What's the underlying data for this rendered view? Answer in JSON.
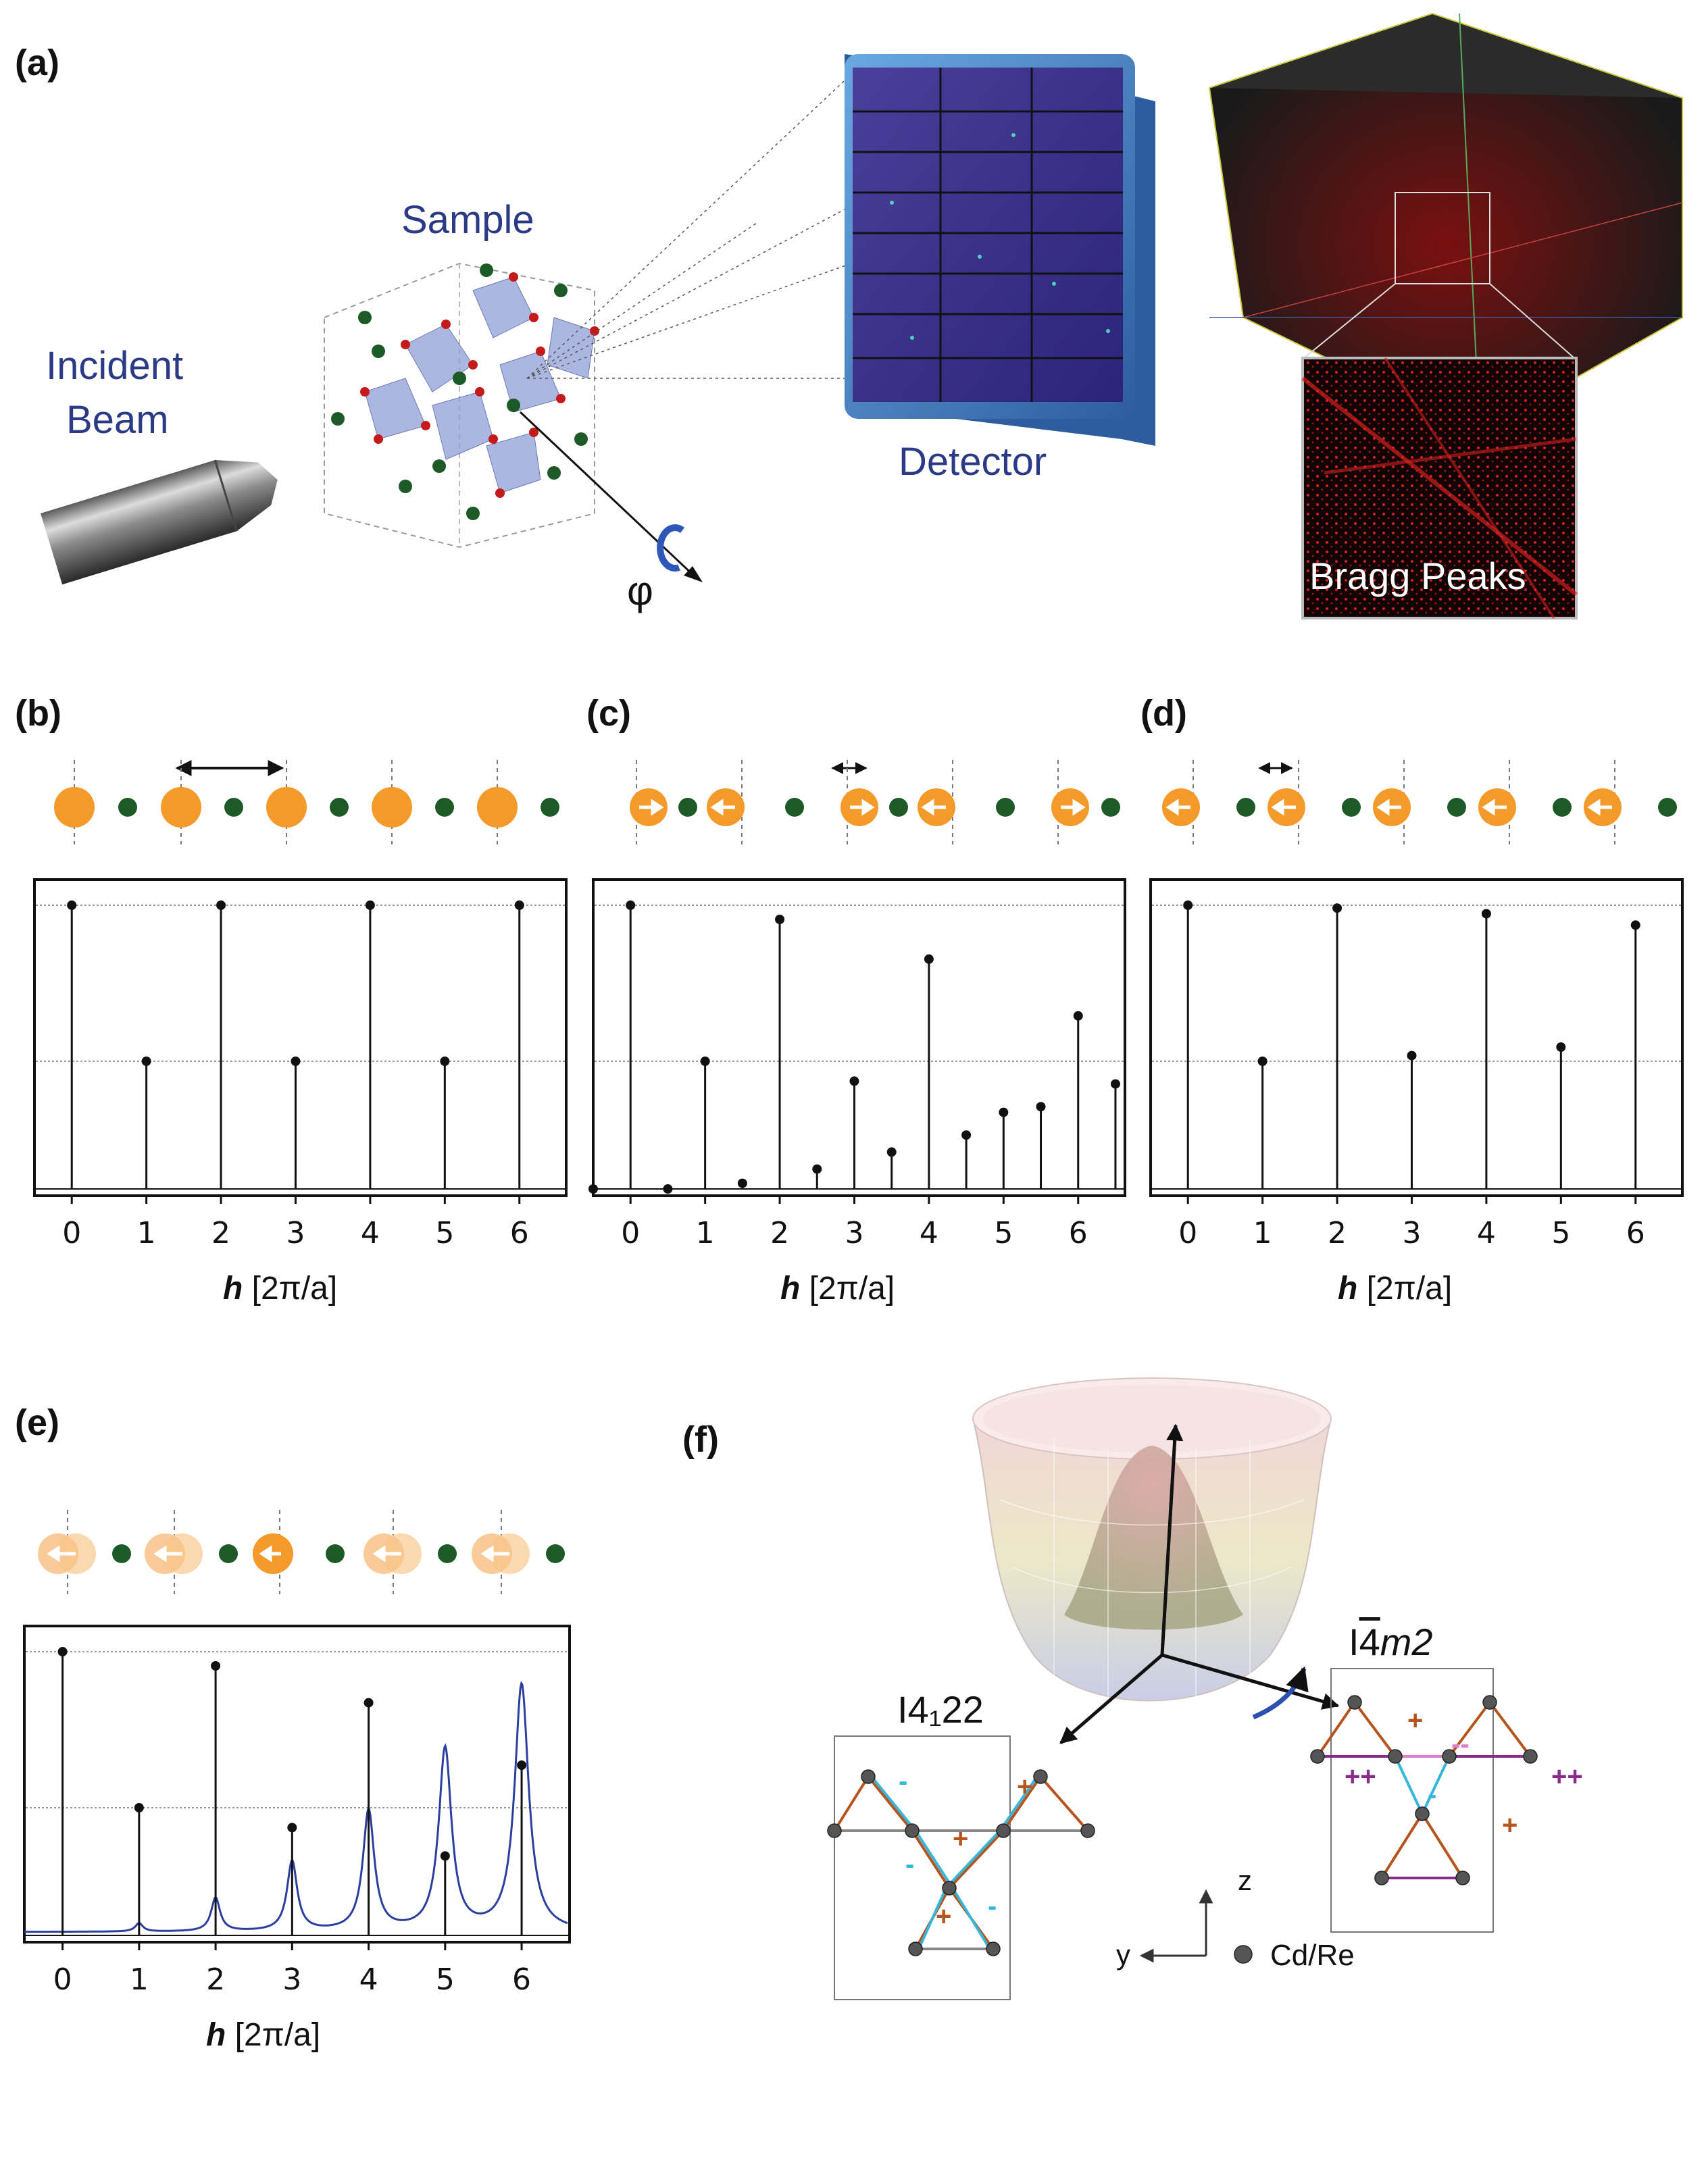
{
  "panels": {
    "a": {
      "label": "(a)",
      "incident_beam_line1": "Incident",
      "incident_beam_line2": "Beam",
      "sample": "Sample",
      "detector": "Detector",
      "rotation_symbol": "φ",
      "inset_label": "Bragg Peaks"
    },
    "b": {
      "label": "(b)"
    },
    "c": {
      "label": "(c)"
    },
    "d": {
      "label": "(d)"
    },
    "e": {
      "label": "(e)"
    },
    "f": {
      "label": "(f)",
      "left_group": "I4₁22",
      "right_group_prefix": "I",
      "right_group_bar": "4",
      "right_group_suffix": "m2",
      "axis_z": "z",
      "axis_y": "y",
      "legend_atom": "Cd/Re",
      "sign_plus": "+",
      "sign_minus": "-",
      "sign_double_plus": "++",
      "sign_double_minus": "--"
    }
  },
  "axis": {
    "xlabel_var": "h",
    "xlabel_unit": "[2π/a]",
    "ticks": [
      "0",
      "1",
      "2",
      "3",
      "4",
      "5",
      "6"
    ]
  },
  "colors": {
    "orange_atom": "#f39a2b",
    "green_atom": "#1e5a28",
    "navy_text": "#2b3a86",
    "fit_line": "#2a3f9e",
    "brown_bond": "#b5541c",
    "cyan_bond": "#36b6d8",
    "purple_bond": "#8a2a8a",
    "pink_bond": "#e07bd0"
  },
  "chart_data": [
    {
      "panel": "b",
      "type": "bar",
      "x": [
        0,
        1,
        2,
        3,
        4,
        5,
        6
      ],
      "values": [
        1.0,
        0.45,
        1.0,
        0.45,
        1.0,
        0.45,
        1.0
      ],
      "xlim": [
        -0.5,
        6.6
      ],
      "ylim": [
        0,
        1.0
      ],
      "reference_lines": [
        1.0,
        0.45
      ],
      "xlabel": "h [2π/a]"
    },
    {
      "panel": "c",
      "type": "bar",
      "x": [
        -0.5,
        0,
        0.5,
        1,
        1.5,
        2,
        2.5,
        3,
        3.5,
        4,
        4.5,
        5,
        5.5,
        6,
        6.5
      ],
      "values": [
        0.0,
        1.0,
        0.0,
        0.45,
        0.02,
        0.95,
        0.07,
        0.38,
        0.13,
        0.81,
        0.19,
        0.27,
        0.29,
        0.61,
        0.37
      ],
      "xlim": [
        -0.5,
        6.6
      ],
      "ylim": [
        0,
        1.0
      ],
      "reference_lines": [
        1.0,
        0.45
      ],
      "xlabel": "h [2π/a]"
    },
    {
      "panel": "d",
      "type": "bar",
      "x": [
        0,
        1,
        2,
        3,
        4,
        5,
        6
      ],
      "values": [
        1.0,
        0.45,
        0.99,
        0.47,
        0.97,
        0.5,
        0.93
      ],
      "xlim": [
        -0.5,
        6.6
      ],
      "ylim": [
        0,
        1.0
      ],
      "reference_lines": [
        1.0,
        0.45
      ],
      "xlabel": "h [2π/a]"
    },
    {
      "panel": "e",
      "type": "bar",
      "x": [
        0,
        1,
        2,
        3,
        4,
        5,
        6
      ],
      "values": [
        1.0,
        0.45,
        0.95,
        0.38,
        0.82,
        0.28,
        0.6
      ],
      "fit_peaks": [
        0,
        0.03,
        0.12,
        0.25,
        0.43,
        0.65,
        0.88
      ],
      "xlim": [
        -0.5,
        6.6
      ],
      "ylim": [
        0,
        1.0
      ],
      "reference_lines": [
        1.0,
        0.45
      ],
      "xlabel": "h [2π/a]"
    }
  ]
}
